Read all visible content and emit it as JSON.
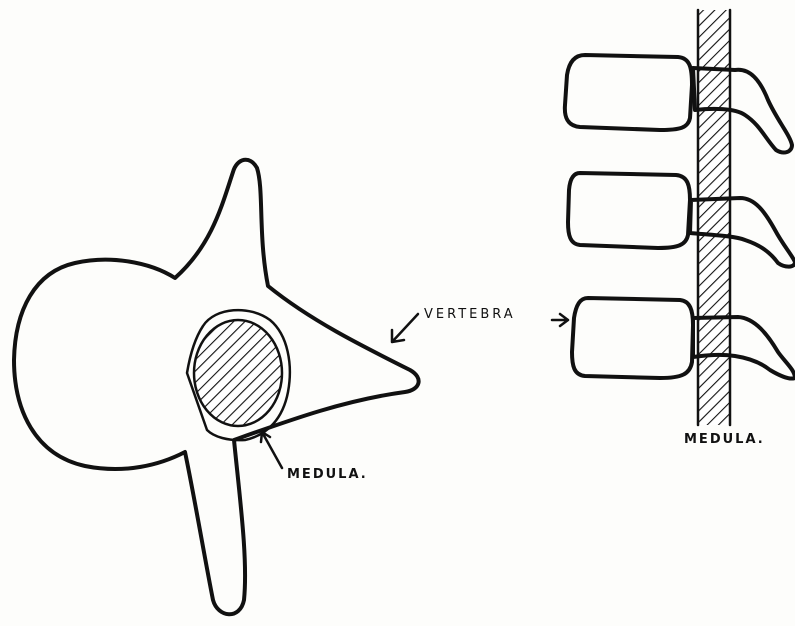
{
  "labels": {
    "vertebra": "VERTEBRA",
    "medula_cross_section": "MEDULA.",
    "medula_side_view": "MEDULA."
  }
}
